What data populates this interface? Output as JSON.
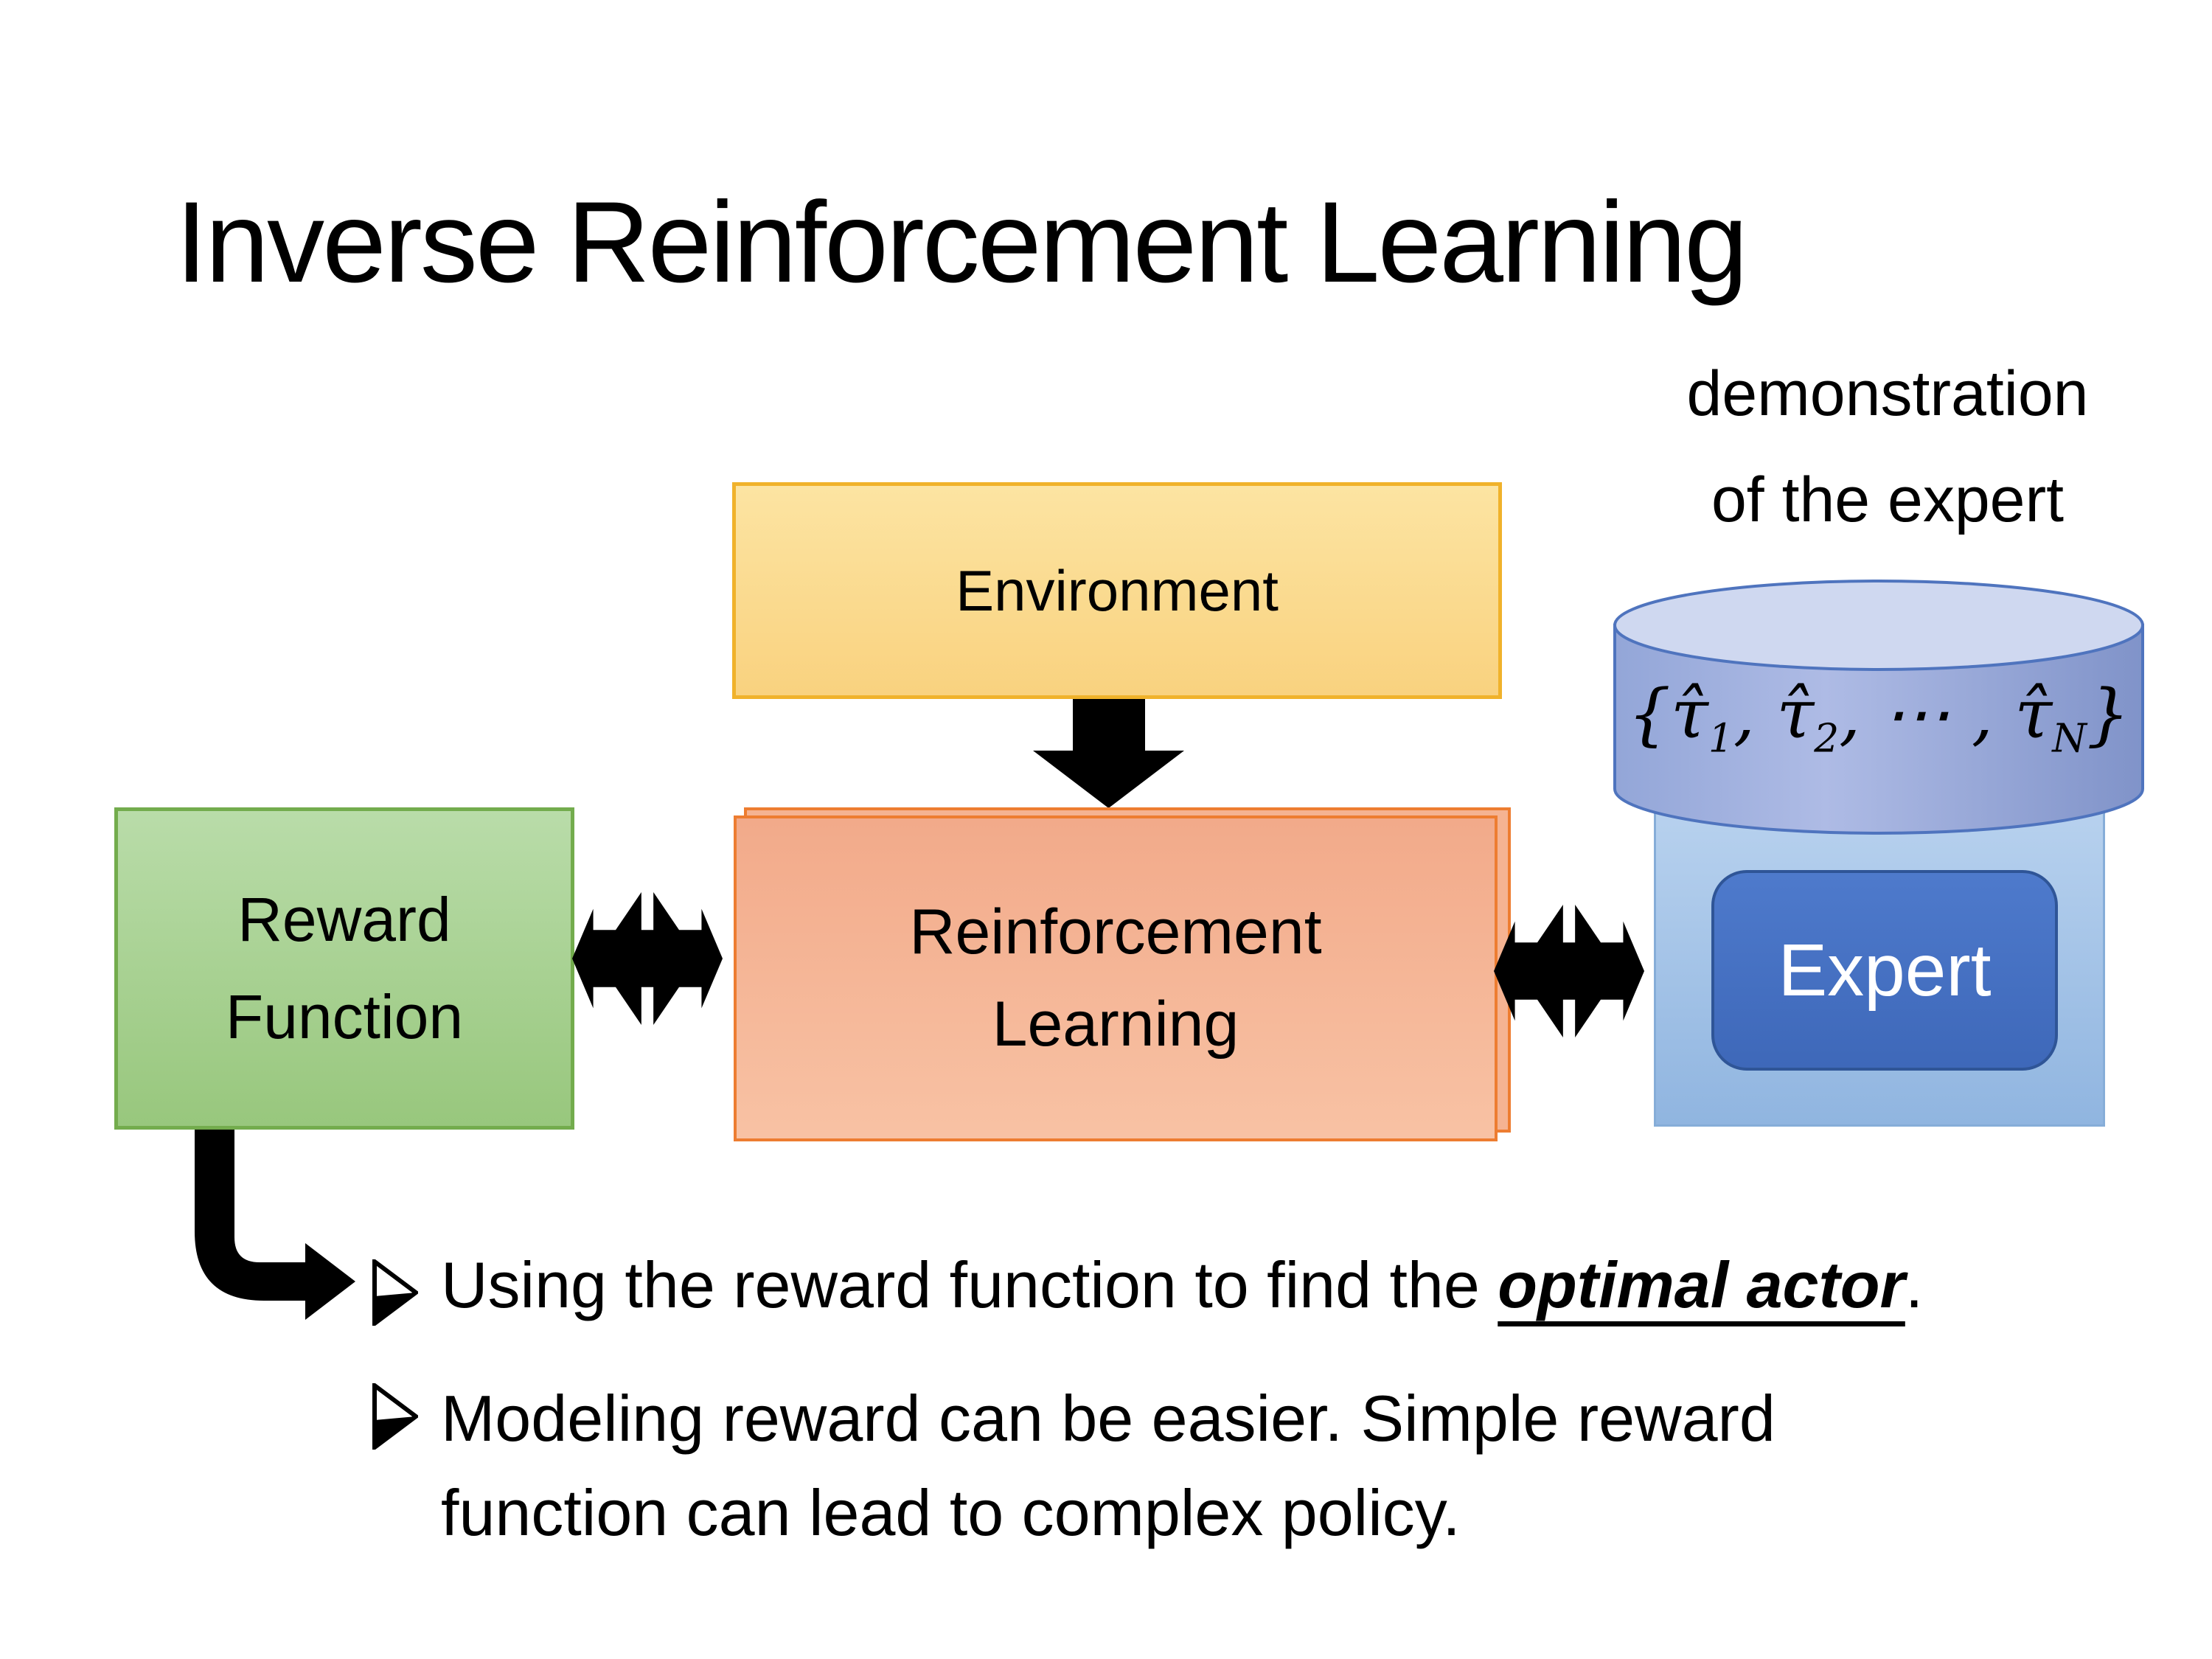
{
  "slide": {
    "title": "Inverse Reinforcement Learning",
    "diagram": {
      "environment_label": "Environment",
      "reward_label": "Reward\nFunction",
      "rl_label": "Reinforcement\nLearning",
      "expert_label": "Expert",
      "demo_caption": "demonstration\nof the expert",
      "trajectory_set": {
        "p1": "{τ̂",
        "s1": "1",
        "p2": ", τ̂",
        "s2": "2",
        "p3": ", ⋯ , τ̂",
        "s3": "N",
        "p4": "}"
      }
    },
    "bullets": {
      "b1_pre": "Using the reward function to find the ",
      "b1_emphasis": "optimal actor",
      "b1_post": ".",
      "b2": "Modeling reward can be easier. Simple reward\nfunction can lead to complex policy."
    },
    "colors": {
      "environment_fill": "#F9D27F",
      "environment_border": "#F0B22B",
      "reward_fill": "#A6D18F",
      "reward_border": "#73AC4D",
      "rl_fill": "#F4B493",
      "rl_border": "#ED7D31",
      "expert_outer_fill": "#A9C9EA",
      "expert_inner_fill": "#4472C4",
      "expert_inner_border": "#2F5597",
      "cylinder_body_fill": "#8FA3D6",
      "cylinder_top_fill": "#CFD8F0",
      "cylinder_border": "#4F74BE",
      "arrow_color": "#000000",
      "text_color": "#000000"
    }
  }
}
